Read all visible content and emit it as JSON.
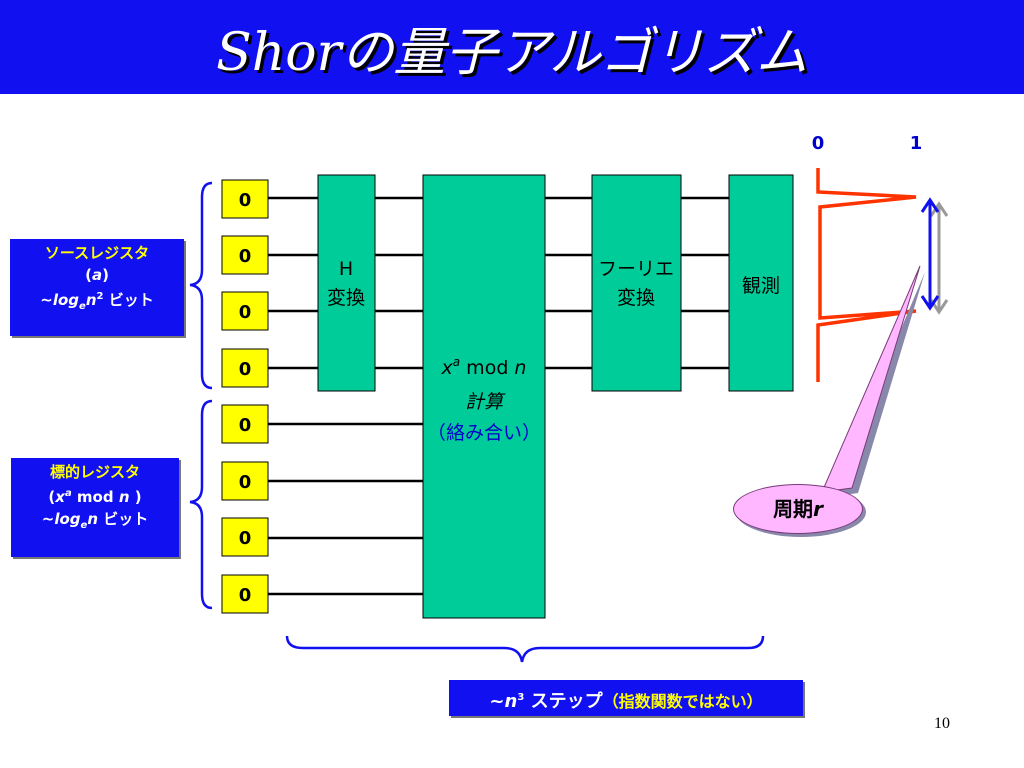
{
  "title": "Shorの量子アルゴリズム",
  "qubits": [
    "0",
    "0",
    "0",
    "0",
    "0",
    "0",
    "0",
    "0"
  ],
  "gates": {
    "h_line1": "H",
    "h_line2": "変換",
    "modexp_var": "x",
    "modexp_sup": "a",
    "modexp_mid": " mod ",
    "modexp_n": "n",
    "modexp_line2": "計算",
    "modexp_line3": "（絡み合い）",
    "fourier_line1": "フーリエ",
    "fourier_line2": "変換",
    "measure": "観測"
  },
  "source_register": {
    "name": "ソースレジスタ",
    "open": "(",
    "var": "a",
    "close": ")",
    "tilde": "~",
    "log": "log",
    "log_sub": "e",
    "n": "n",
    "n_sup": "2",
    "unit": " ビット"
  },
  "target_register": {
    "name": "標的レジスタ",
    "open": "(",
    "var": "x",
    "var_sup": "a",
    "mid": " mod ",
    "n": "n",
    "close": " )",
    "tilde": "~",
    "log": "log",
    "log_sub": "e",
    "n2": "n",
    "unit": " ビット"
  },
  "axis": {
    "zero": "0",
    "one": "1"
  },
  "callout": {
    "label": "周期",
    "var": "r"
  },
  "steps": {
    "tilde": "~",
    "n": "n",
    "sup": "3",
    "label": " ステップ",
    "paren": "（指数関数ではない）"
  },
  "page_number": "10",
  "colors": {
    "title_bg": "#1010f0",
    "gate_fill": "#00cc99",
    "qubit_fill": "#ffff00",
    "brace": "#1010f0",
    "peak": "#ff3300",
    "callout": "#ffb8ff"
  }
}
